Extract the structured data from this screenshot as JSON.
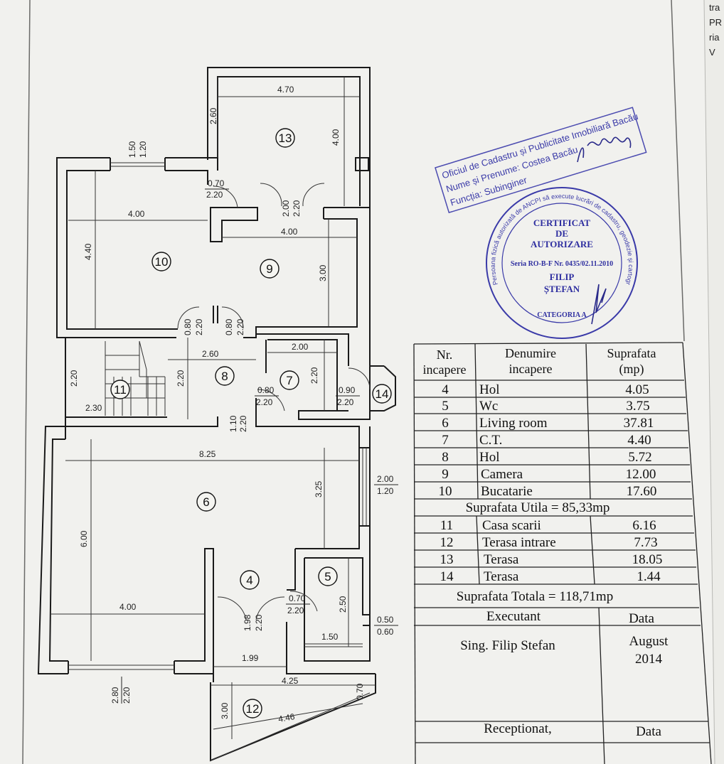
{
  "edge_text": [
    "tra",
    "PR",
    "ria",
    "V"
  ],
  "rooms": {
    "r4": "4",
    "r5": "5",
    "r6": "6",
    "r7": "7",
    "r8": "8",
    "r9": "9",
    "r10": "10",
    "r11": "11",
    "r12": "12",
    "r13": "13",
    "r14": "14"
  },
  "dimensions": {
    "d470": "4.70",
    "d260a": "2.60",
    "d400a": "4.00",
    "d150": "1.50",
    "d120a": "1.20",
    "d070a": "0.70",
    "d220a": "2.20",
    "d200a": "2.00",
    "d220b": "2.20",
    "d400b": "4.00",
    "d400c": "4.00",
    "d440": "4.40",
    "d300a": "3.00",
    "d080a": "0.80",
    "d220c": "2.20",
    "d080b": "0.80",
    "d220d": "2.20",
    "d260b": "2.60",
    "d220e": "2.20",
    "d220f": "2.20",
    "d230": "2.30",
    "d200b": "2.00",
    "d220g": "2.20",
    "d080c": "0.80",
    "d220h": "2.20",
    "d090": "0.90",
    "d220i": "2.20",
    "d110": "1.10",
    "d220j": "2.20",
    "d825": "8.25",
    "d325": "3.25",
    "d200c": "2.00",
    "d120b": "1.20",
    "d600": "6.00",
    "d400d": "4.00",
    "d198": "1.98",
    "d220k": "2.20",
    "d070b": "0.70",
    "d220l": "2.20",
    "d250": "2.50",
    "d150b": "1.50",
    "d050": "0.50",
    "d060": "0.60",
    "d199": "1.99",
    "d425": "4.25",
    "d070c": "0.70",
    "d280": "2.80",
    "d220m": "2.20",
    "d300b": "3.00",
    "d446": "4.46"
  },
  "stamp_office": {
    "line1": "Oficiul de Cadastru și Publicitate Imobiliară Bacău",
    "line2": "Nume și Prenume: Costea Bacău",
    "line3": "Funcția: Subinginer"
  },
  "stamp_cert": {
    "ring": "Persoana fizică autorizată de ANCPI să execute lucrări de cadastru, geodezie și cartografie",
    "line1": "CERTIFICAT",
    "line2": "DE",
    "line3": "AUTORIZARE",
    "serial": "Seria RO-B-F Nr. 0435/02.11.2010",
    "name1": "FILIP",
    "name2": "ȘTEFAN",
    "category": "CATEGORIA A"
  },
  "table": {
    "header": {
      "nr": [
        "Nr.",
        "incapere"
      ],
      "name": [
        "Denumire",
        "incapere"
      ],
      "area": [
        "Suprafata",
        "(mp)"
      ]
    },
    "rows": [
      {
        "nr": "4",
        "name": "Hol",
        "area": "4.05"
      },
      {
        "nr": "5",
        "name": "Wc",
        "area": "3.75"
      },
      {
        "nr": "6",
        "name": "Living  room",
        "area": "37.81"
      },
      {
        "nr": "7",
        "name": "C.T.",
        "area": "4.40"
      },
      {
        "nr": "8",
        "name": "Hol",
        "area": "5.72"
      },
      {
        "nr": "9",
        "name": "Camera",
        "area": "12.00"
      },
      {
        "nr": "10",
        "name": "Bucatarie",
        "area": "17.60"
      }
    ],
    "useful_area": "Suprafata Utila = 85,33mp",
    "rows2": [
      {
        "nr": "11",
        "name": "Casa scarii",
        "area": "6.16"
      },
      {
        "nr": "12",
        "name": "Terasa intrare",
        "area": "7.73"
      },
      {
        "nr": "13",
        "name": "Terasa",
        "area": "18.05"
      },
      {
        "nr": "14",
        "name": "Terasa",
        "area": "1.44"
      }
    ],
    "total_area": "Suprafata Totala = 118,71mp",
    "executant_label": "Executant",
    "data_label": "Data",
    "executant_name": "Sing. Filip  Stefan",
    "date_month": "August",
    "date_year": "2014",
    "receptionat_label": "Receptionat,",
    "data_label2": "Data"
  }
}
